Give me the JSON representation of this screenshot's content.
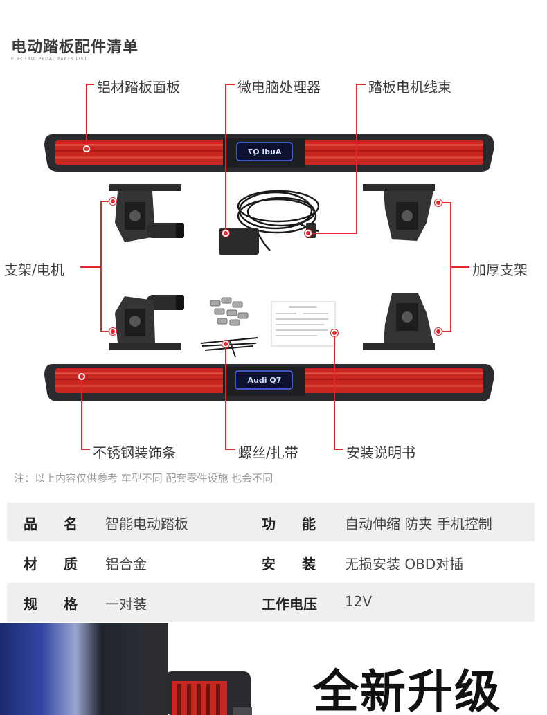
{
  "header": {
    "title": "电动踏板配件清单",
    "subtitle": "ELECTRIC PEDAL PARTS LIST"
  },
  "labels": {
    "panel": "铝材踏板面板",
    "ecu": "微电脑处理器",
    "harness": "踏板电机线束",
    "bracket_motor": "支架/电机",
    "thick_bracket": "加厚支架",
    "trim": "不锈钢装饰条",
    "screws": "螺丝/扎带",
    "manual": "安装说明书"
  },
  "badges": {
    "top": "Audi Q7",
    "bottom": "Audi Q7"
  },
  "note": "注：以上内容仅供参考 车型不同 配套零件设施 也会不同",
  "specs": [
    {
      "k1": "品名",
      "v1": "智能电动踏板",
      "k2": "功能",
      "v2": "自动伸缩 防夹 手机控制"
    },
    {
      "k1": "材质",
      "v1": "铝合金",
      "k2": "安装",
      "v2": "无损安装 OBD对插"
    },
    {
      "k1": "规格",
      "v1": "一对装",
      "k2": "工作电压",
      "v2": "12V"
    }
  ],
  "banner": {
    "headline": "全新升级"
  },
  "colors": {
    "accent": "#e3262b",
    "board_red": "#c8261f",
    "dark": "#2a2b2f"
  }
}
